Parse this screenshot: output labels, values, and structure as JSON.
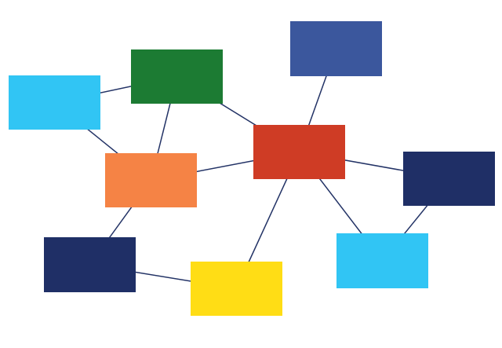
{
  "diagram": {
    "edge_color": "#233366",
    "nodes": [
      {
        "id": "sky-left",
        "color": "#31c5f4"
      },
      {
        "id": "green",
        "color": "#1c7b33"
      },
      {
        "id": "slate",
        "color": "#3b579d"
      },
      {
        "id": "red",
        "color": "#cf3c25"
      },
      {
        "id": "orange",
        "color": "#f58345"
      },
      {
        "id": "navy-right",
        "color": "#1f2f66"
      },
      {
        "id": "navy-left",
        "color": "#1f2f66"
      },
      {
        "id": "sky-right",
        "color": "#31c5f4"
      },
      {
        "id": "yellow",
        "color": "#ffdd15"
      }
    ],
    "edges": [
      {
        "from": "sky-left",
        "to": "green"
      },
      {
        "from": "sky-left",
        "to": "orange"
      },
      {
        "from": "green",
        "to": "orange"
      },
      {
        "from": "green",
        "to": "red"
      },
      {
        "from": "slate",
        "to": "red"
      },
      {
        "from": "orange",
        "to": "red"
      },
      {
        "from": "orange",
        "to": "navy-left"
      },
      {
        "from": "navy-left",
        "to": "yellow"
      },
      {
        "from": "red",
        "to": "yellow"
      },
      {
        "from": "red",
        "to": "navy-right"
      },
      {
        "from": "red",
        "to": "sky-right"
      },
      {
        "from": "navy-right",
        "to": "sky-right"
      }
    ]
  }
}
